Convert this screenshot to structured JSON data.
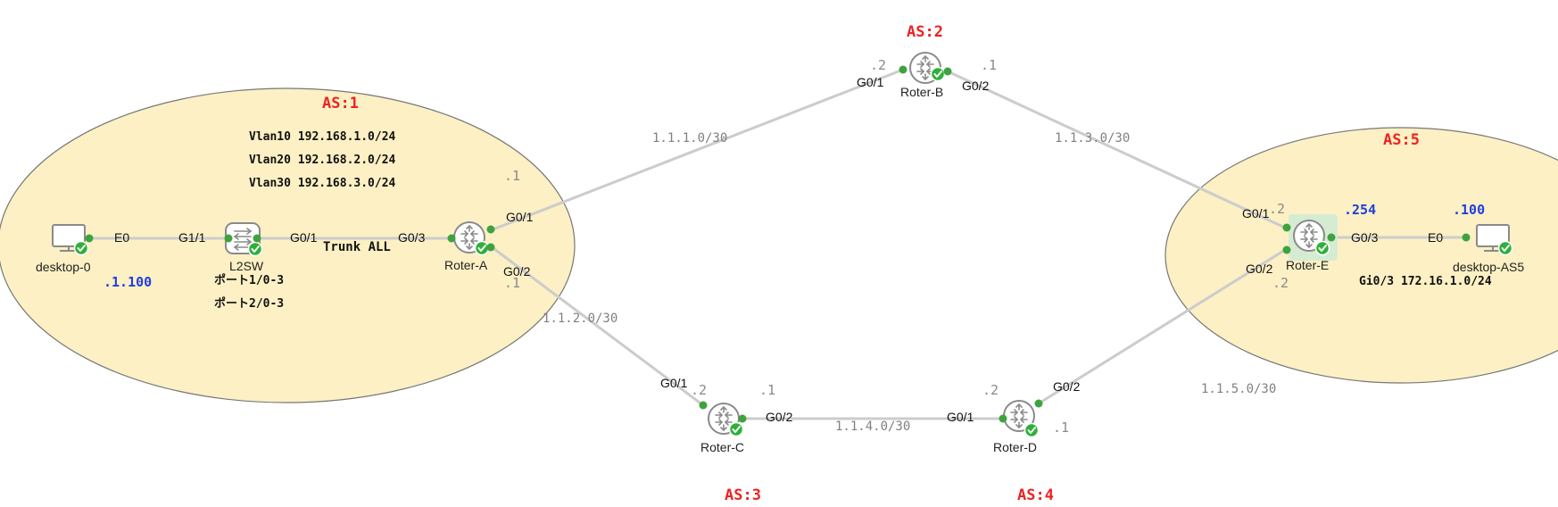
{
  "as": {
    "as1": "AS:1",
    "as2": "AS:2",
    "as3": "AS:3",
    "as4": "AS:4",
    "as5": "AS:5"
  },
  "devices": {
    "desktop0": "desktop-0",
    "l2sw": "L2SW",
    "router_a": "Roter-A",
    "router_b": "Roter-B",
    "router_c": "Roter-C",
    "router_d": "Roter-D",
    "router_e": "Roter-E",
    "desktop_as5": "desktop-AS5"
  },
  "ports": {
    "desktop0_e0": "E0",
    "l2sw_g11": "G1/1",
    "l2sw_g01": "G0/1",
    "ra_g03": "G0/3",
    "ra_g01": "G0/1",
    "ra_g02": "G0/2",
    "rb_g01": "G0/1",
    "rb_g02": "G0/2",
    "rc_g01": "G0/1",
    "rc_g02": "G0/2",
    "rd_g01": "G0/1",
    "rd_g02": "G0/2",
    "re_g01": "G0/1",
    "re_g02": "G0/2",
    "re_g03": "G0/3",
    "das5_e0": "E0"
  },
  "networks": {
    "ab": "1.1.1.0/30",
    "ac": "1.1.2.0/30",
    "be": "1.1.3.0/30",
    "cd": "1.1.4.0/30",
    "de": "1.1.5.0/30"
  },
  "host_ips": {
    "ra_g01": ".1",
    "ra_g02": ".1",
    "rb_g01": ".2",
    "rb_g02": ".1",
    "rc_g01": ".2",
    "rc_g02": ".1",
    "rd_g01": ".2",
    "rd_g02": ".1",
    "re_g01": ".2",
    "re_g02": ".2",
    "desktop0": ".1.100",
    "re_g03": ".254",
    "desktop_as5": ".100"
  },
  "notes": {
    "vlan10": "Vlan10 192.168.1.0/24",
    "vlan20": "Vlan20 192.168.2.0/24",
    "vlan30": "Vlan30 192.168.3.0/24",
    "port_1": "ポート1/0-3",
    "port_2": "ポート2/0-3",
    "trunk": "Trunk ALL",
    "gi03_net": "Gi0/3 172.16.1.0/24"
  },
  "colors": {
    "as_zone_fill": "#fcf0c4",
    "as_label": "#ee2222",
    "link": "#cccccc",
    "port_dot": "#3ea33e",
    "status_ok": "#2eb03a",
    "host_ip_blue": "#1f3fe0",
    "selected_bg": "#d6ecd2"
  }
}
